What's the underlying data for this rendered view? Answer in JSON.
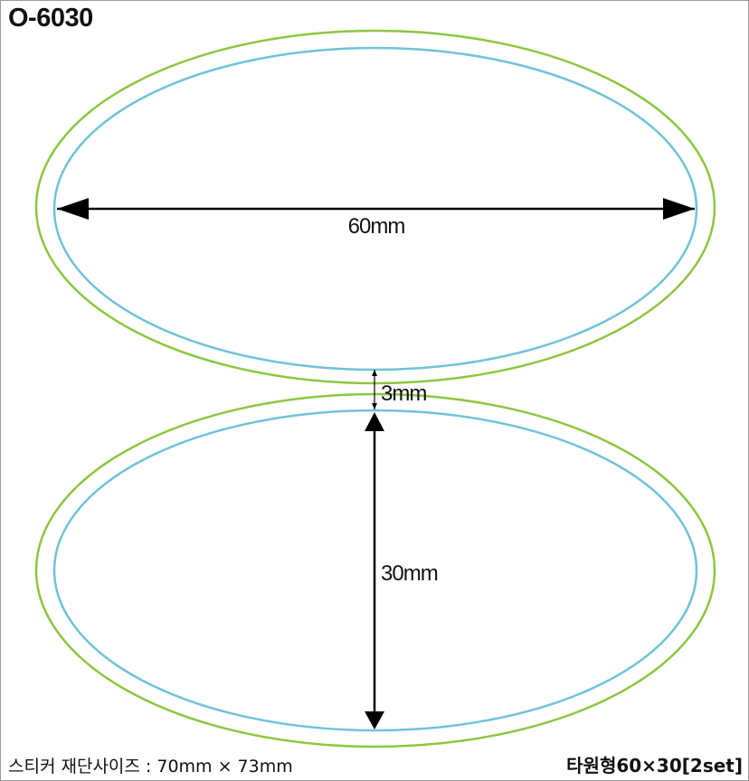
{
  "title": "O-6030",
  "colors": {
    "cut_line": "#8cc63f",
    "safe_line": "#6fc3d8",
    "dimension": "#000000"
  },
  "dimensions": {
    "width_label": "60mm",
    "gap_label": "3mm",
    "height_label": "30mm"
  },
  "footer": {
    "cut_size_label": "스티커 재단사이즈 : 70mm × 73mm",
    "product_label": "타원형60×30[2set]"
  }
}
